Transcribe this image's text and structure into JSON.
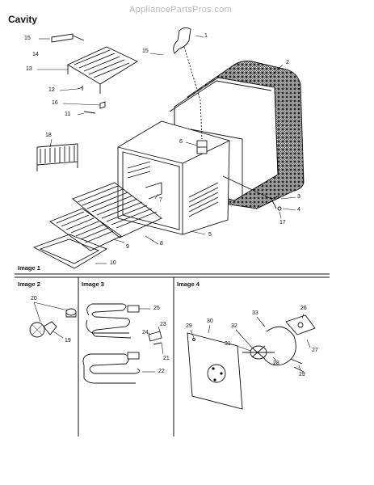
{
  "header": {
    "title": "Cavity",
    "watermark": "AppliancePartsPros.com"
  },
  "panels": {
    "image1": "Image 1",
    "image2": "Image 2",
    "image3": "Image 3",
    "image4": "Image 4"
  },
  "callouts": {
    "c1": "1",
    "c2": "2",
    "c3": "3",
    "c4": "4",
    "c5": "5",
    "c6": "6",
    "c7": "7",
    "c8": "8",
    "c9": "9",
    "c10": "10",
    "c11": "11",
    "c12": "12",
    "c13": "13",
    "c14": "14",
    "c15a": "15",
    "c15b": "15",
    "c16": "16",
    "c17": "17",
    "c18": "18",
    "c19": "19",
    "c20": "20",
    "c21": "21",
    "c22": "22",
    "c23": "23",
    "c24": "24",
    "c25": "25",
    "c26": "26",
    "c27": "27",
    "c28": "28",
    "c29a": "29",
    "c29b": "29",
    "c30": "30",
    "c31": "31",
    "c32": "32",
    "c33": "33"
  }
}
